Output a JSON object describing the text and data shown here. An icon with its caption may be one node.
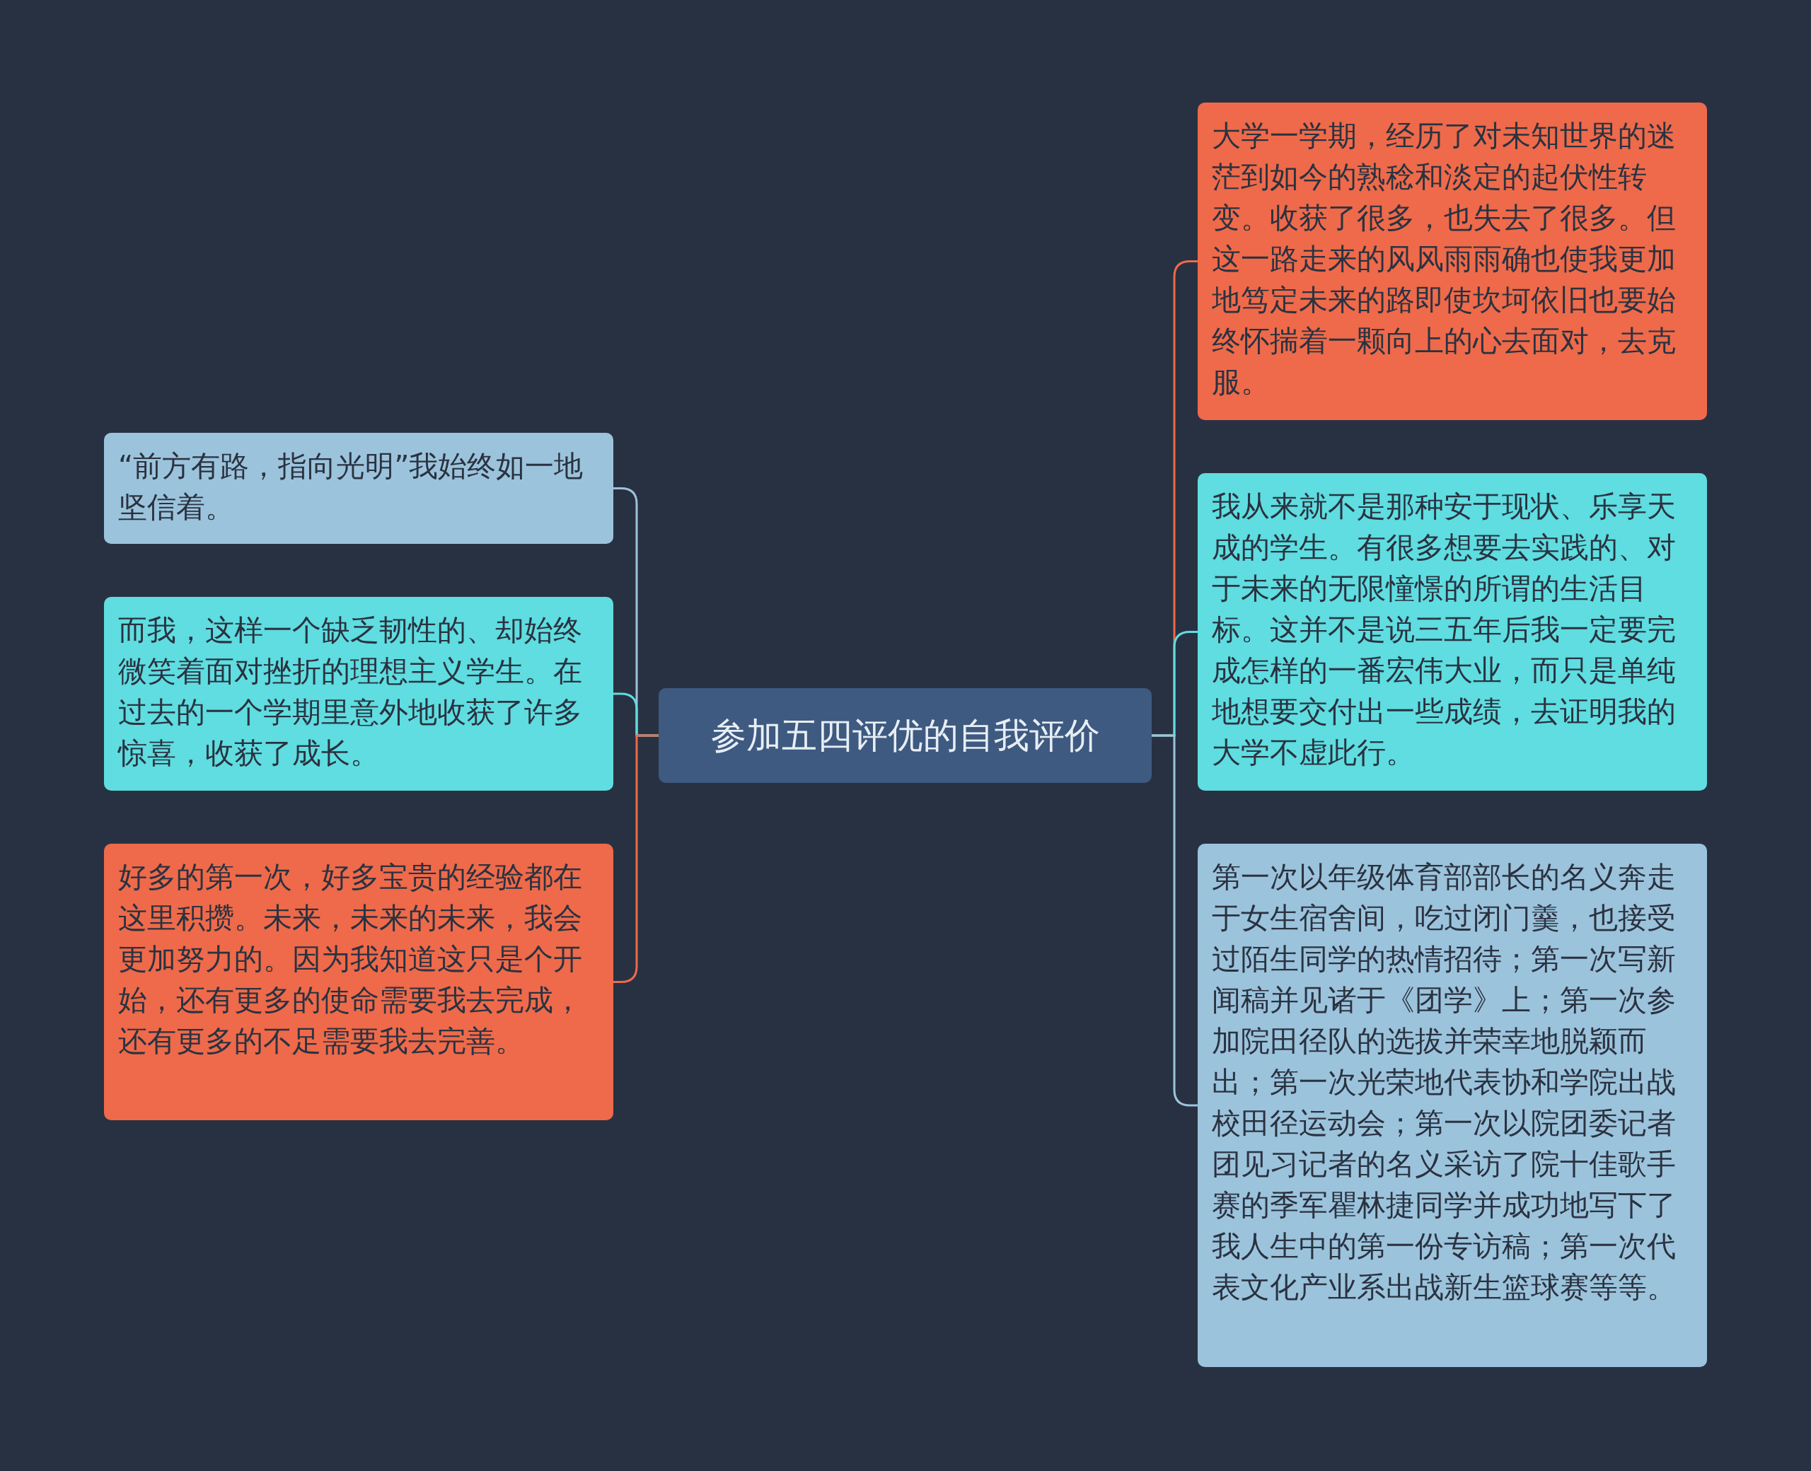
{
  "diagram": {
    "nodes": [
      {
        "text": [
          "参加五四评优的自我评价"
        ]
      },
      {
        "text": [
          "“前方有路，指向光明”我始终如一地坚信着。"
        ]
      },
      {
        "text": [
          "而我，这样一个缺乏韧性的、却始终微笑着面对挫折的理想主义学生。在过去的一个学期里意外地收获了许多惊喜，收获了成长。"
        ]
      },
      {
        "text": [
          "好多的第一次，好多宝贵的经验都在这里积攒。未来，未来的未来，我会更加努力的。因为我知道这只是个开始，还有更多的使命需要我去完成，还有更多的不足需要我去完善。"
        ]
      },
      {
        "text": [
          "大学一学期，经历了对未知世界的迷茫到如今的熟稔和淡定的起伏性转变。收获了很多，也失去了很多。但这一路走来的风风雨雨确也使我更加地笃定未来的路即使坎坷依旧也要始终怀揣着一颗向上的心去面对，去克服。"
        ]
      },
      {
        "text": [
          "我从来就不是那种安于现状、乐享天成的学生。有很多想要去实践的、对于未来的无限憧憬的所谓的生活目标。这并不是说三五年后我一定要完成怎样的一番宏伟大业，而只是单纯地想要交付出一些成绩，去证明我的大学不虚此行。"
        ]
      },
      {
        "text": [
          "第一次以年级体育部部长的名义奔走于女生宿舍间，吃过闭门羹，也接受过陌生同学的热情招待；第一次写新闻稿并见诸于《团学》上；第一次参加院田径队的选拔并荣幸地脱颖而出；第一次光荣地代表协和学院出战校田径运动会；第一次以院团委记者团见习记者的名义采访了院十佳歌手赛的季军瞿林捷同学并成功地写下了我人生中的第一份专访稿；第一次代表文化产业系出战新生篮球赛等等。"
        ]
      }
    ],
    "edges": [
      {
        "from": 0,
        "to": 1,
        "arrow": "none",
        "color": "#9cc3dc"
      },
      {
        "from": 0,
        "to": 2,
        "arrow": "none",
        "color": "#5fdde0"
      },
      {
        "from": 0,
        "to": 3,
        "arrow": "none",
        "color": "#ee6a4a"
      },
      {
        "from": 0,
        "to": 4,
        "arrow": "none",
        "color": "#ee6a4a"
      },
      {
        "from": 0,
        "to": 5,
        "arrow": "none",
        "color": "#5fdde0"
      },
      {
        "from": 0,
        "to": 6,
        "arrow": "none",
        "color": "#9cc3dc"
      }
    ]
  }
}
